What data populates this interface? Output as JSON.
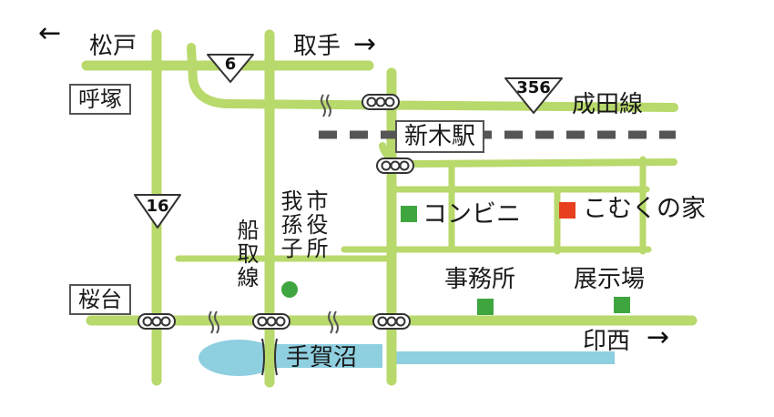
{
  "colors": {
    "road": "#b8d96b",
    "rail_dash": "#555555",
    "marsh": "#8ecfe0",
    "marker_green": "#3fa63f",
    "marker_red": "#e8401e",
    "text": "#1a1a1a"
  },
  "directions": {
    "matsudo": "松戸",
    "toride": "取手",
    "inzai": "印西",
    "arrow_left": "←",
    "arrow_right": "→"
  },
  "places": {
    "yobitsuka": "呼塚",
    "sakuradai": "桜台",
    "shinkiba_station": "新木駅",
    "narita_line": "成田線",
    "funatori_line": "船取線",
    "city_office": "我孫子市役所",
    "city_office_col1": "市役所",
    "city_office_col2": "我孫子",
    "teganuma": "手賀沼",
    "convenience_store": "コンビニ",
    "komuku_house": "こむくの家",
    "office": "事務所",
    "showroom": "展示場"
  },
  "routes": {
    "r6": "6",
    "r16": "16",
    "r356": "356"
  },
  "icons": {
    "signal": "traffic-signal-icon",
    "railroad_crossing": "railroad-crossing-icon",
    "route_shield": "route-shield-icon",
    "green_square": "green-square-marker-icon",
    "red_square": "red-square-marker-icon",
    "green_circle": "green-circle-marker-icon"
  }
}
